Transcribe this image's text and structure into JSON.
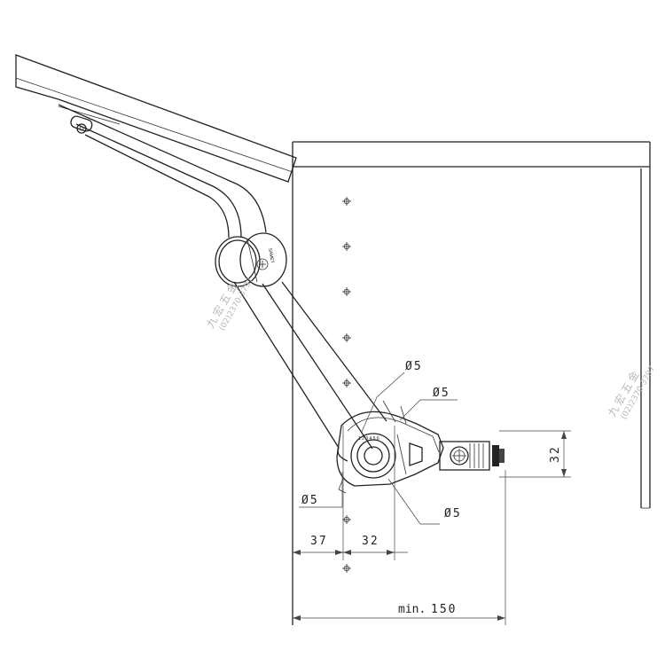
{
  "dimensions": {
    "hole_top_1": "Ø5",
    "hole_top_2": "Ø5",
    "hole_bottom_left": "Ø5",
    "hole_bottom_right": "Ø5",
    "vertical_32": "32",
    "horizontal_37": "37",
    "horizontal_32": "32",
    "min_label": "min.",
    "min_value": "150"
  },
  "watermarks": [
    {
      "name": "九宏五金",
      "phone": "(02)2370-3797"
    },
    {
      "name": "九宏五金",
      "phone": "(02)2370-3797"
    }
  ],
  "hub_markings": {
    "brand": "SAMET",
    "scale": "1 2 3 4 5 6"
  },
  "colors": {
    "line": "#222222",
    "watermark": "#b9b9b9",
    "background": "#ffffff"
  }
}
